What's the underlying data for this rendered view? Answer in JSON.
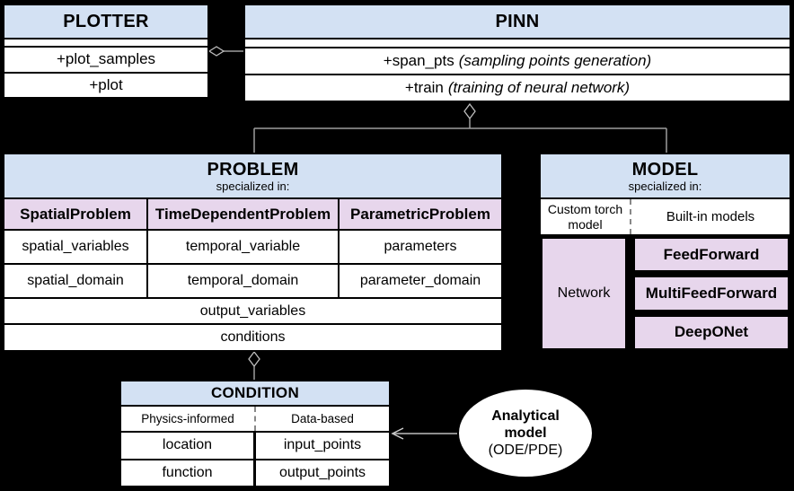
{
  "colors": {
    "background": "#000000",
    "header_blue": "#d3e1f3",
    "cell_purple": "#e7d6ec",
    "cell_white": "#ffffff",
    "border_black": "#000000",
    "connector_gray": "#9e9e9e"
  },
  "plotter": {
    "title": "PLOTTER",
    "methods": [
      "+plot_samples",
      "+plot"
    ]
  },
  "pinn": {
    "title": "PINN",
    "methods": [
      {
        "name": "+span_pts",
        "note": "(sampling points generation)"
      },
      {
        "name": "+train",
        "note": "(training of neural network)"
      }
    ]
  },
  "problem": {
    "title": "PROBLEM",
    "subtitle": "specialized in:",
    "columns": [
      {
        "header": "SpatialProblem",
        "rows": [
          "spatial_variables",
          "spatial_domain"
        ]
      },
      {
        "header": "TimeDependentProblem",
        "rows": [
          "temporal_variable",
          "temporal_domain"
        ]
      },
      {
        "header": "ParametricProblem",
        "rows": [
          "parameters",
          "parameter_domain"
        ]
      }
    ],
    "shared_rows": [
      "output_variables",
      "conditions"
    ]
  },
  "model": {
    "title": "MODEL",
    "subtitle": "specialized in:",
    "left_header": "Custom torch model",
    "right_header": "Built-in models",
    "left_cell": "Network",
    "right_cells": [
      "FeedForward",
      "MultiFeedForward",
      "DeepONet"
    ]
  },
  "condition": {
    "title": "CONDITION",
    "columns": [
      {
        "header": "Physics-informed",
        "rows": [
          "location",
          "function"
        ]
      },
      {
        "header": "Data-based",
        "rows": [
          "input_points",
          "output_points"
        ]
      }
    ]
  },
  "analytical": {
    "line1": "Analytical",
    "line2": "model",
    "line3": "(ODE/PDE)"
  }
}
